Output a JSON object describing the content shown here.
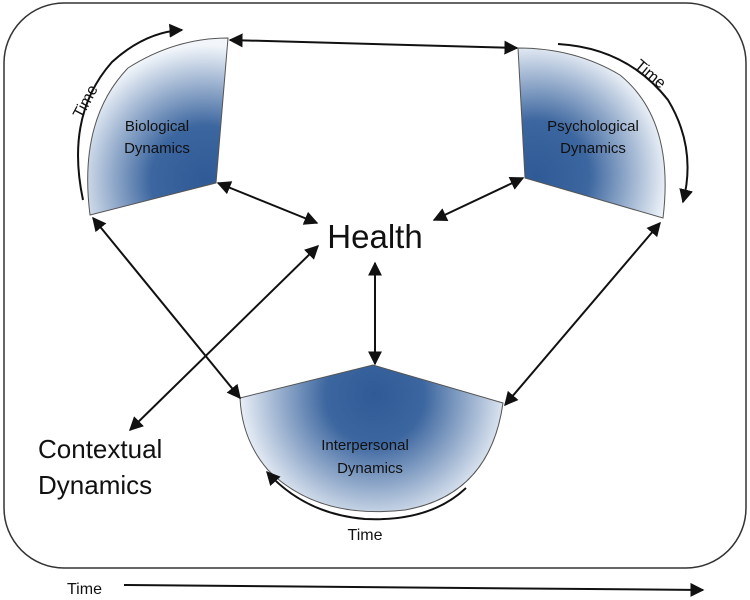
{
  "center": {
    "label": "Health"
  },
  "segments": {
    "biological": {
      "line1": "Biological",
      "line2": "Dynamics",
      "time_label": "Time"
    },
    "psychological": {
      "line1": "Psychological",
      "line2": "Dynamics",
      "time_label": "Time"
    },
    "interpersonal": {
      "line1": "Interpersonal",
      "line2": "Dynamics",
      "time_label": "Time"
    }
  },
  "contextual": {
    "line1": "Contextual",
    "line2": "Dynamics"
  },
  "timeline": {
    "label": "Time"
  },
  "colors": {
    "segment_core": "#2f5a96",
    "segment_edge": "#f2f6fb",
    "stroke": "#111111",
    "frame": "#333333"
  }
}
